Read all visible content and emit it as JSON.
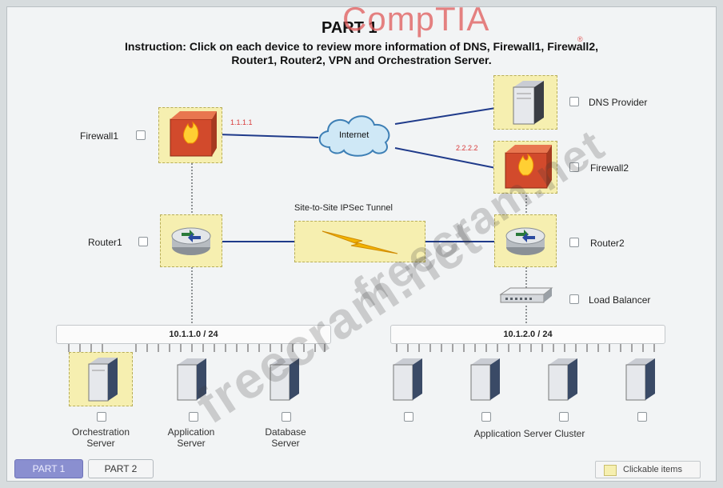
{
  "header": {
    "title": "PART 1",
    "instruction_line1": "Instruction: Click on each device to review more information of DNS, Firewall1, Firewall2,",
    "instruction_line2": "Router1, Router2, VPN and Orchestration Server.",
    "brand_logo": "CompTIA",
    "brand_mark": "®"
  },
  "devices": {
    "firewall1": "Firewall1",
    "router1": "Router1",
    "dns_provider": "DNS Provider",
    "firewall2": "Firewall2",
    "router2": "Router2",
    "load_balancer": "Load Balancer",
    "internet": "Internet",
    "vpn_tunnel": "Site-to-Site IPSec Tunnel",
    "ip_firewall1": "1.1.1.1",
    "ip_firewall2": "2.2.2.2"
  },
  "subnets": {
    "left": "10.1.1.0 / 24",
    "right": "10.1.2.0 / 24"
  },
  "servers": {
    "orchestration_l1": "Orchestration",
    "orchestration_l2": "Server",
    "application_l1": "Application",
    "application_l2": "Server",
    "database_l1": "Database",
    "database_l2": "Server",
    "cluster": "Application Server Cluster"
  },
  "tabs": {
    "part1": "PART 1",
    "part2": "PART 2"
  },
  "legend": {
    "clickable": "Clickable items"
  },
  "watermark": {
    "line1": "freecram.net",
    "line2": "freecram.net"
  },
  "colors": {
    "highlight": "#f6efb0",
    "link": "#1f3a8a",
    "ip_label": "#d83a3a",
    "active_tab": "#8a8fd0"
  }
}
